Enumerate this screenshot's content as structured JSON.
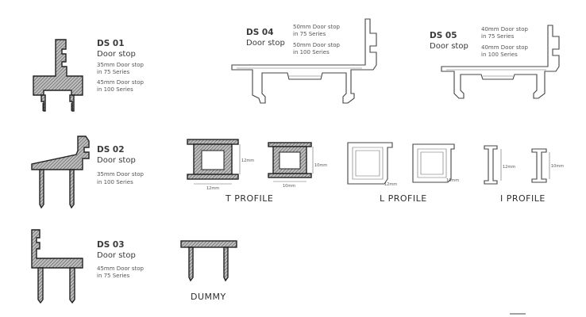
{
  "profiles": {
    "ds01": {
      "code": "DS 01",
      "name": "Door stop",
      "lines": [
        "35mm Door stop",
        "in 75 Series",
        "45mm Door stop",
        "in 100 Series"
      ]
    },
    "ds02": {
      "code": "DS 02",
      "name": "Door stop",
      "lines": [
        "35mm Door stop",
        "in 100 Series"
      ]
    },
    "ds03": {
      "code": "DS 03",
      "name": "Door stop",
      "lines": [
        "45mm Door stop",
        "in 75 Series"
      ]
    },
    "ds04": {
      "code": "DS 04",
      "name": "Door stop",
      "lines": [
        "50mm Door stop",
        "in 75 Series",
        "50mm Door stop",
        "in 100 Series"
      ]
    },
    "ds05": {
      "code": "DS 05",
      "name": "Door stop",
      "lines": [
        "40mm Door stop",
        "in 75 Series",
        "40mm Door stop",
        "in 100 Series"
      ]
    },
    "t_profile": {
      "label": "T PROFILE",
      "dims": [
        "12mm",
        "12mm",
        "10mm",
        "10mm"
      ]
    },
    "l_profile": {
      "label": "L PROFILE",
      "dims": [
        "12mm",
        "10mm"
      ]
    },
    "i_profile": {
      "label": "I PROFILE",
      "dims": [
        "12mm",
        "10mm"
      ]
    },
    "dummy": {
      "label": "DUMMY"
    }
  }
}
